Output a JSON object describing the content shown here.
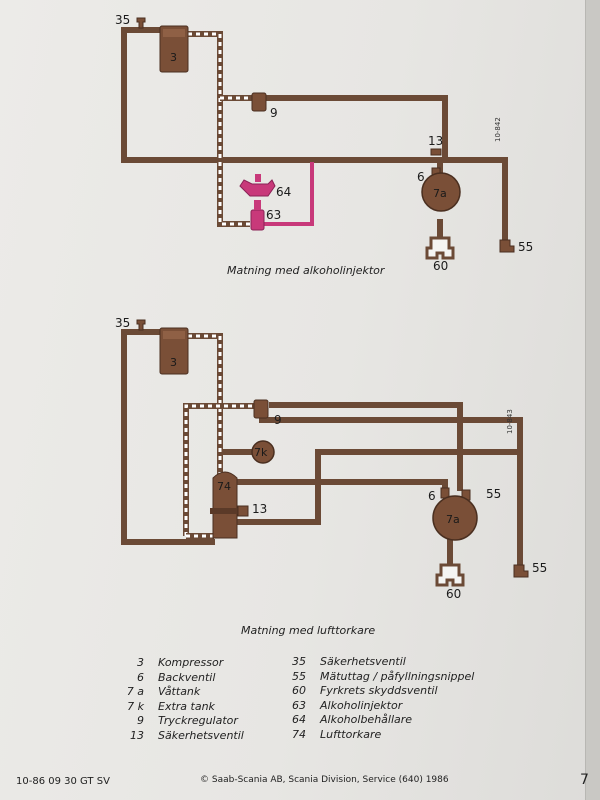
{
  "diagram1": {
    "caption": "Matning med alkoholinjektor",
    "ref": "10-842",
    "labels": {
      "c35": "35",
      "c3": "3",
      "c9": "9",
      "c13": "13",
      "c6": "6",
      "c7a": "7a",
      "c64": "64",
      "c63": "63",
      "c60": "60",
      "c55": "55"
    }
  },
  "diagram2": {
    "caption": "Matning med lufttorkare",
    "ref": "10-843",
    "labels": {
      "c35": "35",
      "c3": "3",
      "c9": "9",
      "c7k": "7k",
      "c74": "74",
      "c13": "13",
      "c6": "6",
      "c55a": "55",
      "c7a": "7a",
      "c55b": "55",
      "c60": "60"
    }
  },
  "legend": {
    "left": [
      {
        "num": "3",
        "text": "Kompressor"
      },
      {
        "num": "6",
        "text": "Backventil"
      },
      {
        "num": "7 a",
        "text": "Våttank"
      },
      {
        "num": "7 k",
        "text": "Extra tank"
      },
      {
        "num": "9",
        "text": "Tryckregulator"
      },
      {
        "num": "13",
        "text": "Säkerhetsventil"
      }
    ],
    "right": [
      {
        "num": "35",
        "text": "Säkerhetsventil"
      },
      {
        "num": "55",
        "text": "Mätuttag / påfyllningsnippel"
      },
      {
        "num": "60",
        "text": "Fyrkrets skyddsventil"
      },
      {
        "num": "63",
        "text": "Alkoholinjektor"
      },
      {
        "num": "64",
        "text": "Alkoholbehållare"
      },
      {
        "num": "74",
        "text": "Lufttorkare"
      }
    ]
  },
  "footer": {
    "left": "10-86 09 30 GT SV",
    "center": "© Saab-Scania AB, Scania Division, Service (640) 1986",
    "page": "7"
  },
  "colors": {
    "pipe": "#6b4a36",
    "component": "#7a4f37",
    "alcohol": "#c8397a"
  }
}
